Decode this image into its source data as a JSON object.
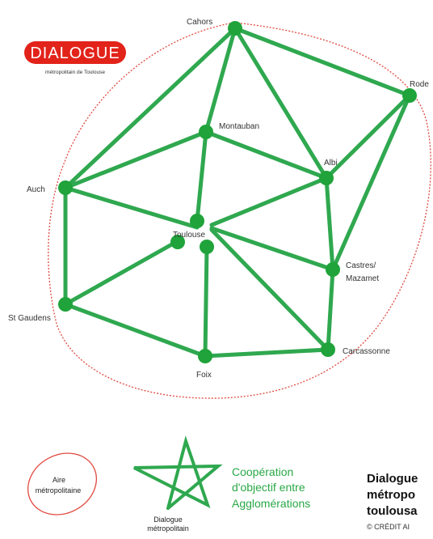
{
  "logo": {
    "text": "DIALOGUE",
    "subtitle": "métropolitain de Toulouse",
    "color": "#e2231a"
  },
  "colors": {
    "link": "#2fa84f",
    "node": "#1fa33a",
    "aire_outline": "#e0493f",
    "legend_text": "#29a847"
  },
  "cities": {
    "cahors": "Cahors",
    "rodez": "Rode",
    "montauban": "Montauban",
    "albi": "Albi",
    "auch": "Auch",
    "toulouse": "Toulouse",
    "castres": "Castres/",
    "mazamet": "Mazamet",
    "stgaudens": "St Gaudens",
    "carcassonne": "Carcassonne",
    "foix": "Foix"
  },
  "legend": {
    "aire_line1": "Aire",
    "aire_line2": "métropolitaine",
    "dialogue_line1": "Dialogue",
    "dialogue_line2": "métropolitain",
    "cooperation_line1": "Coopération",
    "cooperation_line2": "d'objectif entre",
    "cooperation_line3": "Agglomérations"
  },
  "caption": {
    "line1": "Dialogue",
    "line2": "métropo",
    "line3": "toulousa",
    "credit": "© CRÉDIT AI"
  }
}
